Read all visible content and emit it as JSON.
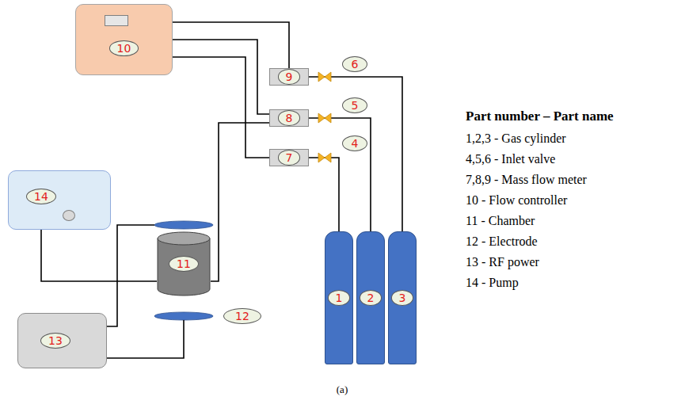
{
  "diagram": {
    "caption": "(a)",
    "nodes": [
      {
        "text": [
          "10"
        ]
      },
      {
        "text": [
          "9"
        ]
      },
      {
        "text": [
          "6"
        ]
      },
      {
        "text": [
          "8"
        ]
      },
      {
        "text": [
          "5"
        ]
      },
      {
        "text": [
          "7"
        ]
      },
      {
        "text": [
          "4"
        ]
      },
      {
        "text": [
          "14"
        ]
      },
      {
        "text": [
          "11"
        ]
      },
      {
        "text": [
          "12"
        ]
      },
      {
        "text": [
          "13"
        ]
      },
      {
        "text": [
          "1"
        ]
      },
      {
        "text": [
          "2"
        ]
      },
      {
        "text": [
          "3"
        ]
      }
    ],
    "edges": [
      {
        "from": 11,
        "to": 5,
        "arrow": "none"
      },
      {
        "from": 12,
        "to": 3,
        "arrow": "none"
      },
      {
        "from": 13,
        "to": 1,
        "arrow": "none"
      },
      {
        "from": 0,
        "to": 1,
        "arrow": "none"
      },
      {
        "from": 0,
        "to": 3,
        "arrow": "none"
      },
      {
        "from": 0,
        "to": 5,
        "arrow": "none"
      },
      {
        "from": 3,
        "to": 8,
        "arrow": "none"
      },
      {
        "from": 7,
        "to": 8,
        "arrow": "none"
      }
    ],
    "labels": [
      "Part number – Part name",
      "1,2,3 - Gas cylinder",
      "4,5,6 - Inlet valve",
      "7,8,9 - Mass flow meter",
      "10 - Flow controller",
      "11 - Chamber",
      "12 - Electrode",
      "13 - RF power",
      "14 - Pump"
    ]
  }
}
